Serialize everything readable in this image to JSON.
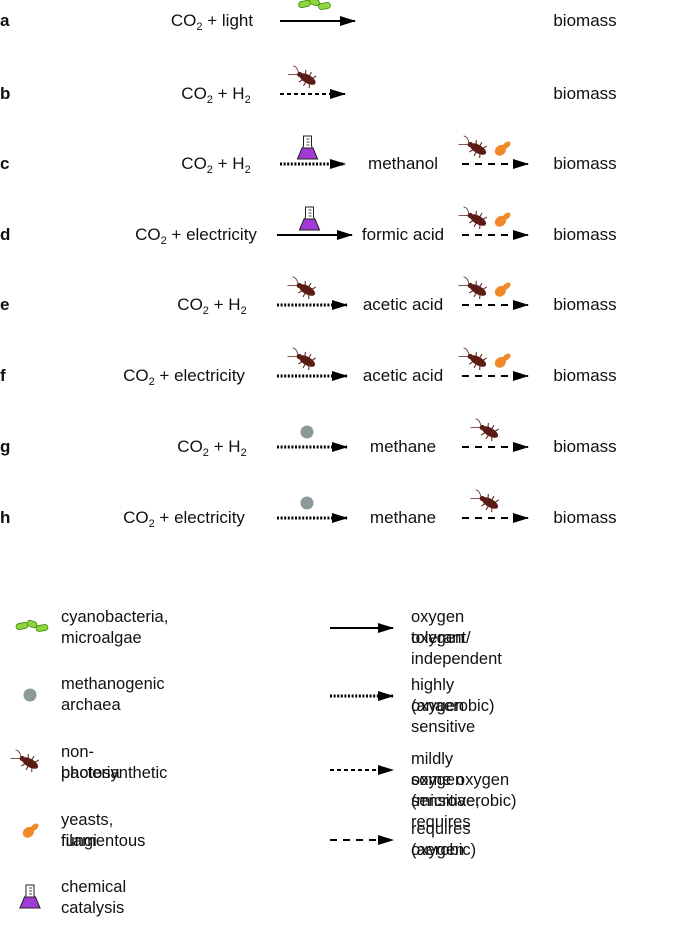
{
  "rows": [
    {
      "letter": "a",
      "parts": [
        {
          "kind": "reactant",
          "base": "CO",
          "sub": "2",
          "rest": " + light"
        },
        {
          "kind": "arrow",
          "style": "solid",
          "organisms": [
            "cyanobacteria-icon"
          ]
        },
        {
          "kind": "product",
          "text": "biomass"
        }
      ]
    },
    {
      "letter": "b",
      "parts": [
        {
          "kind": "reactant",
          "base": "CO",
          "sub": "2",
          "rest": " + H",
          "sub2": "2"
        },
        {
          "kind": "arrow",
          "style": "short-dash",
          "organisms": [
            "bacteria-icon"
          ]
        },
        {
          "kind": "product",
          "text": "biomass"
        }
      ]
    },
    {
      "letter": "c",
      "parts": [
        {
          "kind": "reactant",
          "base": "CO",
          "sub": "2",
          "rest": " + H",
          "sub2": "2"
        },
        {
          "kind": "arrow",
          "style": "dotted",
          "organisms": [
            "flask-icon"
          ]
        },
        {
          "kind": "product",
          "text": "methanol"
        },
        {
          "kind": "arrow",
          "style": "long-dash",
          "organisms": [
            "bacteria-icon",
            "yeast-icon"
          ]
        },
        {
          "kind": "product",
          "text": "biomass"
        }
      ]
    },
    {
      "letter": "d",
      "parts": [
        {
          "kind": "reactant",
          "base": "CO",
          "sub": "2",
          "rest": " + electricity"
        },
        {
          "kind": "arrow",
          "style": "solid",
          "organisms": [
            "flask-icon"
          ]
        },
        {
          "kind": "product",
          "text": "formic acid"
        },
        {
          "kind": "arrow",
          "style": "long-dash",
          "organisms": [
            "bacteria-icon",
            "yeast-icon"
          ]
        },
        {
          "kind": "product",
          "text": "biomass"
        }
      ]
    },
    {
      "letter": "e",
      "parts": [
        {
          "kind": "reactant",
          "base": "CO",
          "sub": "2",
          "rest": " + H",
          "sub2": "2"
        },
        {
          "kind": "arrow",
          "style": "dotted",
          "organisms": [
            "bacteria-icon"
          ]
        },
        {
          "kind": "product",
          "text": "acetic acid"
        },
        {
          "kind": "arrow",
          "style": "long-dash",
          "organisms": [
            "bacteria-icon",
            "yeast-icon"
          ]
        },
        {
          "kind": "product",
          "text": "biomass"
        }
      ]
    },
    {
      "letter": "f",
      "parts": [
        {
          "kind": "reactant",
          "base": "CO",
          "sub": "2",
          "rest": " + electricity"
        },
        {
          "kind": "arrow",
          "style": "dotted",
          "organisms": [
            "bacteria-icon"
          ]
        },
        {
          "kind": "product",
          "text": "acetic acid"
        },
        {
          "kind": "arrow",
          "style": "long-dash",
          "organisms": [
            "bacteria-icon",
            "yeast-icon"
          ]
        },
        {
          "kind": "product",
          "text": "biomass"
        }
      ]
    },
    {
      "letter": "g",
      "parts": [
        {
          "kind": "reactant",
          "base": "CO",
          "sub": "2",
          "rest": " + H",
          "sub2": "2"
        },
        {
          "kind": "arrow",
          "style": "dotted",
          "organisms": [
            "archaea-icon"
          ]
        },
        {
          "kind": "product",
          "text": "methane"
        },
        {
          "kind": "arrow",
          "style": "long-dash",
          "organisms": [
            "bacteria-icon"
          ]
        },
        {
          "kind": "product",
          "text": "biomass"
        }
      ]
    },
    {
      "letter": "h",
      "parts": [
        {
          "kind": "reactant",
          "base": "CO",
          "sub": "2",
          "rest": " + electricity"
        },
        {
          "kind": "arrow",
          "style": "dotted",
          "organisms": [
            "archaea-icon"
          ]
        },
        {
          "kind": "product",
          "text": "methane"
        },
        {
          "kind": "arrow",
          "style": "long-dash",
          "organisms": [
            "bacteria-icon"
          ]
        },
        {
          "kind": "product",
          "text": "biomass"
        }
      ]
    }
  ],
  "legend_organisms": [
    {
      "icon": "cyanobacteria-icon",
      "lines": [
        "cyanobacteria,",
        "microalgae"
      ]
    },
    {
      "icon": "archaea-icon",
      "lines": [
        "methanogenic",
        "archaea"
      ]
    },
    {
      "icon": "bacteria-icon",
      "lines": [
        "non-photosynthetic",
        "bacteria"
      ]
    },
    {
      "icon": "yeast-icon",
      "lines": [
        "yeasts, filamentous",
        "fungi"
      ]
    },
    {
      "icon": "flask-icon",
      "lines": [
        "chemical",
        "catalysis"
      ]
    }
  ],
  "legend_arrows": [
    {
      "style": "solid",
      "lines": [
        "oxygen tolerant/",
        "oxygen independent"
      ]
    },
    {
      "style": "dotted",
      "lines": [
        "highly oxygen sensitive",
        "(anaerobic)"
      ]
    },
    {
      "style": "short-dash",
      "lines": [
        "mildly oxygen sensitive, requires",
        "some oxygen (microaerobic)"
      ]
    },
    {
      "style": "long-dash",
      "lines": [
        "requires oxygen",
        "(aerobic)"
      ]
    }
  ],
  "colors": {
    "cyanobacteria": "#8fd63a",
    "archaea": "#8a9a9a",
    "bacteria": "#5a1c14",
    "yeast": "#f08a28",
    "flask": "#a23ad8",
    "arrow": "#000000"
  }
}
